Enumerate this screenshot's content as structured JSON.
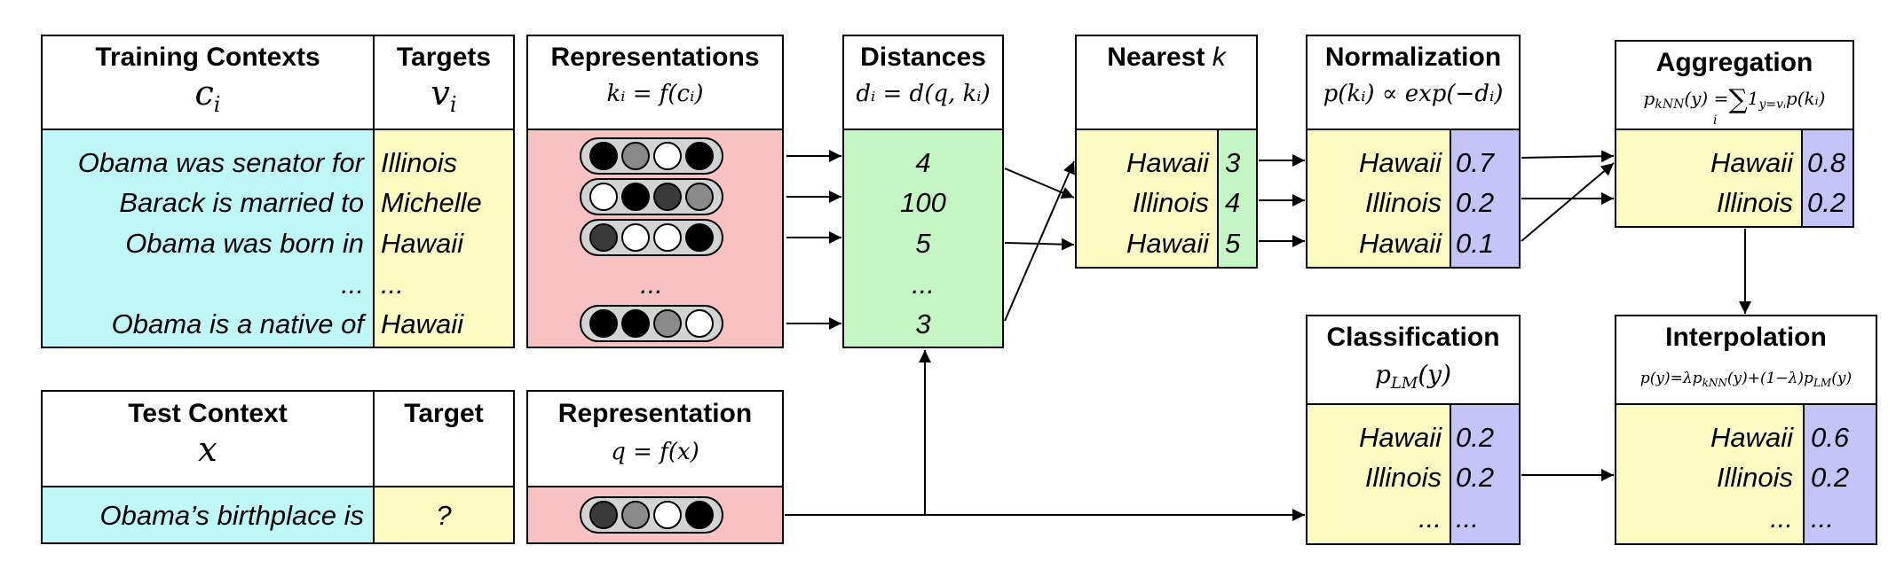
{
  "colors": {
    "context_bg": "#bff7f9",
    "target_bg": "#fcfcc2",
    "representation_bg": "#f9c2c2",
    "distance_bg": "#c4f6c4",
    "probability_bg": "#c4c4f9",
    "dot_black": "#000000",
    "dot_dark": "#3a3a3a",
    "dot_gray": "#8a8a8a",
    "dot_white": "#ffffff"
  },
  "training": {
    "title_contexts": "Training Contexts",
    "title_contexts_sym": "c",
    "title_contexts_sub": "i",
    "title_targets": "Targets",
    "title_targets_sym": "v",
    "title_targets_sub": "i",
    "contexts": [
      "Obama was senator for",
      "Barack is married to",
      "Obama was born in",
      "...",
      "Obama is a native of"
    ],
    "targets": [
      "Illinois",
      "Michelle",
      "Hawaii",
      "...",
      "Hawaii"
    ]
  },
  "representations": {
    "title": "Representations",
    "formula": "kᵢ = f(cᵢ)",
    "dots": [
      [
        "dot_black",
        "dot_gray",
        "dot_white",
        "dot_black"
      ],
      [
        "dot_white",
        "dot_black",
        "dot_dark",
        "dot_gray"
      ],
      [
        "dot_dark",
        "dot_white",
        "dot_white",
        "dot_black"
      ],
      null,
      [
        "dot_black",
        "dot_black",
        "dot_gray",
        "dot_white"
      ]
    ],
    "ellipsis": "..."
  },
  "distances": {
    "title": "Distances",
    "formula": "dᵢ = d(q, kᵢ)",
    "values": [
      "4",
      "100",
      "5",
      "...",
      "3"
    ]
  },
  "nearest": {
    "title": "Nearest ",
    "title_k": "k",
    "rows": [
      {
        "label": "Hawaii",
        "value": "3"
      },
      {
        "label": "Illinois",
        "value": "4"
      },
      {
        "label": "Hawaii",
        "value": "5"
      }
    ]
  },
  "normalization": {
    "title": "Normalization",
    "formula": "p(kᵢ) ∝ exp(−dᵢ)",
    "rows": [
      {
        "label": "Hawaii",
        "value": "0.7"
      },
      {
        "label": "Illinois",
        "value": "0.2"
      },
      {
        "label": "Hawaii",
        "value": "0.1"
      }
    ]
  },
  "aggregation": {
    "title": "Aggregation",
    "formula_lhs": "p",
    "formula_lhs_sub": "kNN",
    "formula_mid": "(y) =",
    "formula_sum": "∑",
    "formula_sum_sub": "i",
    "formula_ind": "1",
    "formula_ind_sub": "y=vᵢ",
    "formula_rhs": "p(kᵢ)",
    "rows": [
      {
        "label": "Hawaii",
        "value": "0.8"
      },
      {
        "label": "Illinois",
        "value": "0.2"
      }
    ]
  },
  "test": {
    "title_context": "Test Context",
    "title_context_sym": "x",
    "title_target": "Target",
    "context": "Obama’s birthplace is",
    "target": "?"
  },
  "test_representation": {
    "title": "Representation",
    "formula": "q = f(x)",
    "dots": [
      "dot_dark",
      "dot_gray",
      "dot_white",
      "dot_black"
    ]
  },
  "classification": {
    "title": "Classification",
    "formula_p": "p",
    "formula_sub": "LM",
    "formula_rest": "(y)",
    "rows": [
      {
        "label": "Hawaii",
        "value": "0.2"
      },
      {
        "label": "Illinois",
        "value": "0.2"
      },
      {
        "label": "...",
        "value": "..."
      }
    ]
  },
  "interpolation": {
    "title": "Interpolation",
    "formula": "p(y)=λp",
    "formula_sub1": "kNN",
    "formula_mid": "(y)+(1−λ)p",
    "formula_sub2": "LM",
    "formula_end": "(y)",
    "rows": [
      {
        "label": "Hawaii",
        "value": "0.6"
      },
      {
        "label": "Illinois",
        "value": "0.2"
      },
      {
        "label": "...",
        "value": "..."
      }
    ]
  }
}
